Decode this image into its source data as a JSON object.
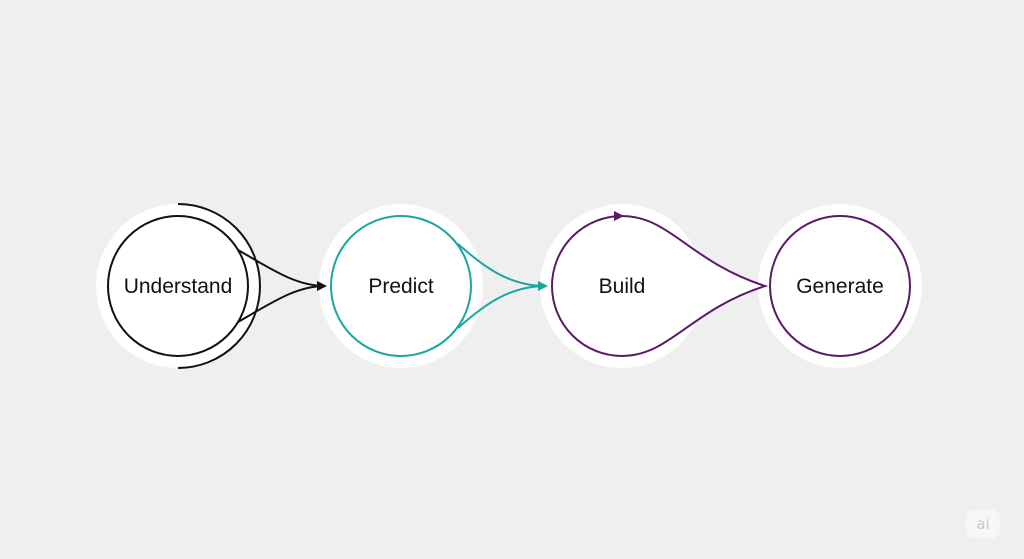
{
  "diagram": {
    "nodes": [
      {
        "label": "Understand",
        "color": "#111111"
      },
      {
        "label": "Predict",
        "color": "#1aa6a0"
      },
      {
        "label": "Build",
        "color": "#5b1a66"
      },
      {
        "label": "Generate",
        "color": "#5b1a66"
      }
    ],
    "connectors": [
      {
        "from": "Understand",
        "to": "Predict",
        "color": "#111111"
      },
      {
        "from": "Predict",
        "to": "Build",
        "color": "#1aa6a0"
      },
      {
        "from": "Build",
        "to": "Generate",
        "color": "#5b1a66"
      }
    ],
    "background_color": "#efefef",
    "halo_color": "#ffffff"
  },
  "watermark": {
    "text": "ai"
  }
}
